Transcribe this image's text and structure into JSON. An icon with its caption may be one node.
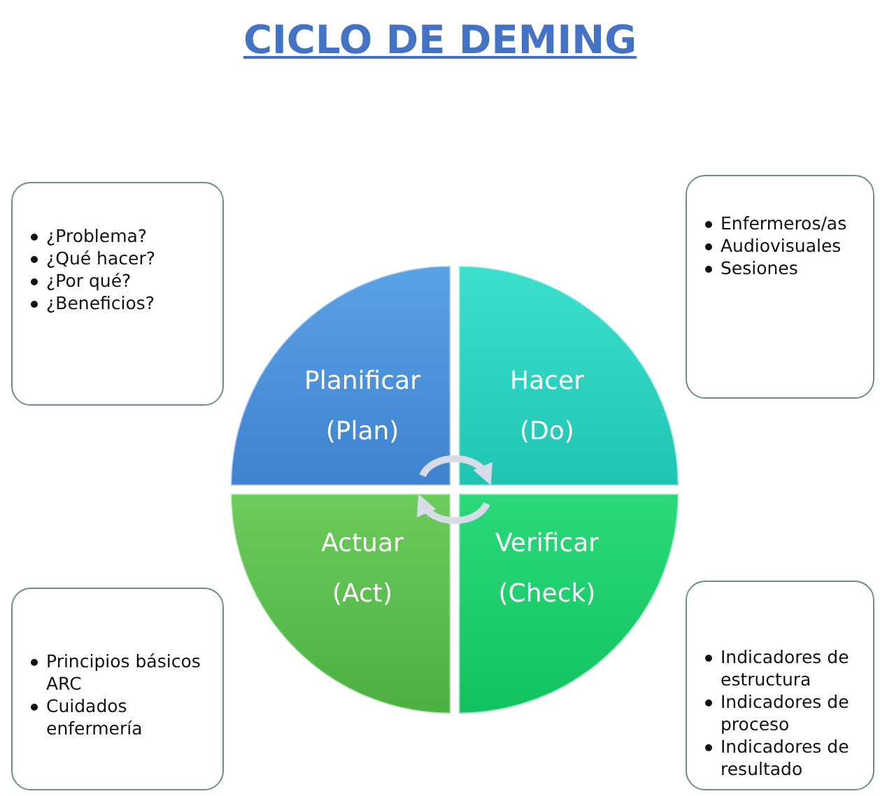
{
  "diagram": {
    "title": "CICLO DE DEMING",
    "nodes": [
      {
        "text": [
          "¿Problema?",
          "¿Qué hacer?",
          "¿Por qué?",
          "¿Beneficios?"
        ]
      },
      {
        "text": [
          "Planificar (Plan)"
        ]
      },
      {
        "text": [
          "Hacer (Do)"
        ]
      },
      {
        "text": [
          "Enfermeros/as",
          "Audiovisuales",
          "Sesiones"
        ]
      },
      {
        "text": [
          "Principios básicos ARC",
          "Cuidados enfermería"
        ]
      },
      {
        "text": [
          "Actuar (Act)"
        ]
      },
      {
        "text": [
          "Verificar (Check)"
        ]
      },
      {
        "text": [
          "Indicadores de estructura",
          "Indicadores de proceso",
          "Indicadores de resultado"
        ]
      }
    ],
    "edges": [
      {
        "from": 1,
        "to": 2,
        "arrow": "to"
      },
      {
        "from": 6,
        "to": 5,
        "arrow": "to"
      }
    ]
  }
}
